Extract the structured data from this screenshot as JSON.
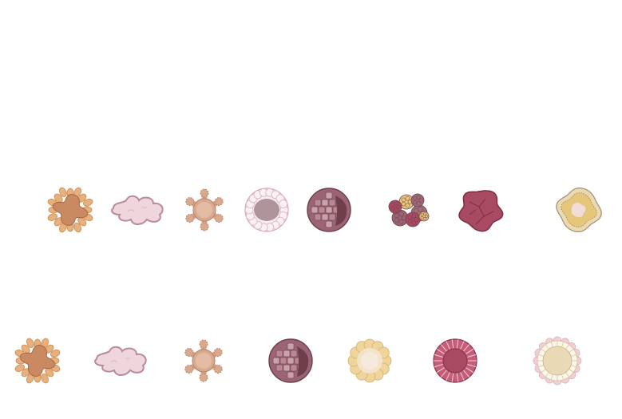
{
  "figure": {
    "rows": [
      {
        "id": "row-1",
        "items": [
          {
            "shape": "spiky-orange",
            "icon": "spiky-orange-organoid-icon"
          },
          {
            "shape": "pink-blob",
            "icon": "pink-blob-organoid-icon"
          },
          {
            "shape": "budding-tan",
            "icon": "budding-tan-organoid-icon"
          },
          {
            "shape": "ring-pink",
            "icon": "ring-pink-organoid-icon"
          },
          {
            "shape": "mauve-cell-sphere",
            "icon": "mauve-cell-sphere-organoid-icon"
          },
          {
            "shape": "berry-cluster",
            "icon": "berry-cluster-organoid-icon"
          },
          {
            "shape": "solid-crimson",
            "icon": "solid-crimson-organoid-icon"
          },
          {
            "shape": "yellow-cyst",
            "icon": "yellow-cyst-organoid-icon"
          }
        ]
      },
      {
        "id": "row-2",
        "items": [
          {
            "shape": "spiky-orange",
            "icon": "spiky-orange-organoid-icon"
          },
          {
            "shape": "pink-blob",
            "icon": "pink-blob-organoid-icon"
          },
          {
            "shape": "budding-tan",
            "icon": "budding-tan-organoid-icon"
          },
          {
            "shape": "mauve-cell-sphere",
            "icon": "mauve-cell-sphere-organoid-icon"
          },
          {
            "shape": "cream-flower",
            "icon": "cream-flower-organoid-icon"
          },
          {
            "shape": "crimson-ring",
            "icon": "crimson-ring-organoid-icon"
          },
          {
            "shape": "beige-ring",
            "icon": "beige-ring-organoid-icon"
          }
        ]
      }
    ],
    "colors": {
      "orange": "#c98a62",
      "orange_petal": "#e8b07a",
      "pink_light": "#efd6dc",
      "pink_stroke": "#b98a99",
      "tan": "#d9a98d",
      "tan_stroke": "#b57f69",
      "mauve": "#9a6474",
      "mauve_dark": "#6e3f4b",
      "crimson": "#a84a62",
      "crimson_dark": "#7c2f44",
      "yellow": "#e6c67a",
      "cream": "#f3e3c8",
      "beige": "#e9d9b5"
    }
  }
}
